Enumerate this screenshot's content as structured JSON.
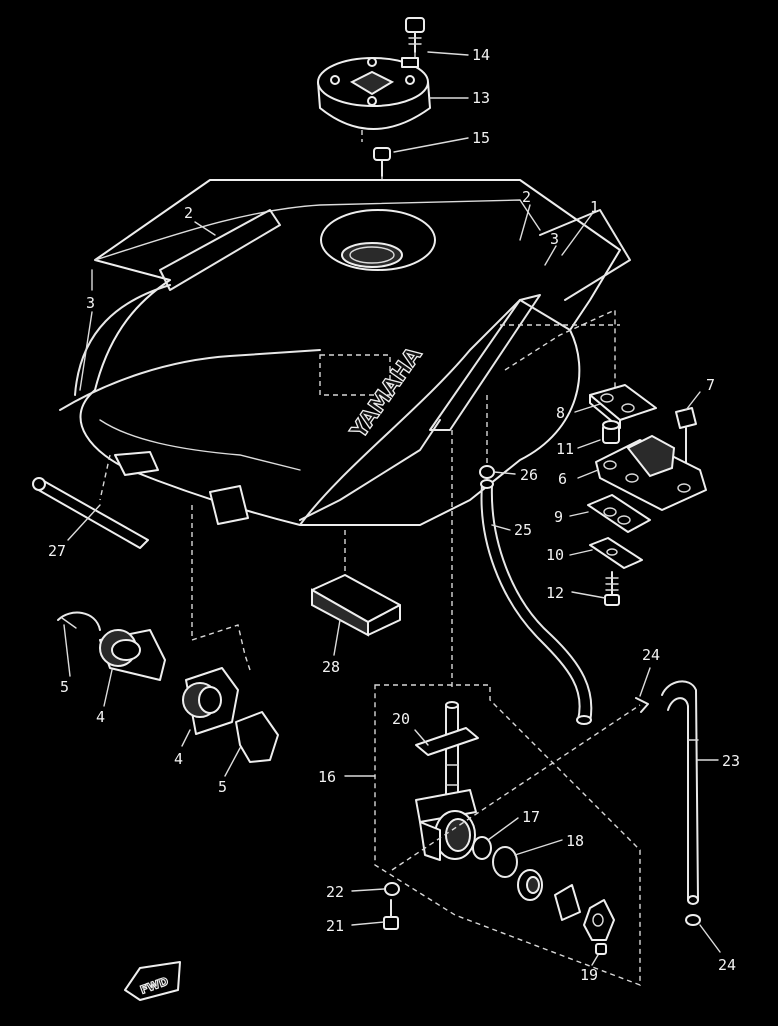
{
  "brand_text": "YAMAHA",
  "direction_text": "FWD",
  "colors": {
    "background": "#000000",
    "line": "#eeeeee"
  },
  "callouts": {
    "c1": "1",
    "c2a": "2",
    "c2b": "2",
    "c3a": "3",
    "c3b": "3",
    "c4a": "4",
    "c4b": "4",
    "c5a": "5",
    "c5b": "5",
    "c6": "6",
    "c7": "7",
    "c8": "8",
    "c9": "9",
    "c10": "10",
    "c11": "11",
    "c12": "12",
    "c13": "13",
    "c14": "14",
    "c15": "15",
    "c16": "16",
    "c17": "17",
    "c18": "18",
    "c19": "19",
    "c20": "20",
    "c21": "21",
    "c22": "22",
    "c23": "23",
    "c24a": "24",
    "c24b": "24",
    "c25": "25",
    "c26": "26",
    "c27": "27",
    "c28": "28"
  }
}
